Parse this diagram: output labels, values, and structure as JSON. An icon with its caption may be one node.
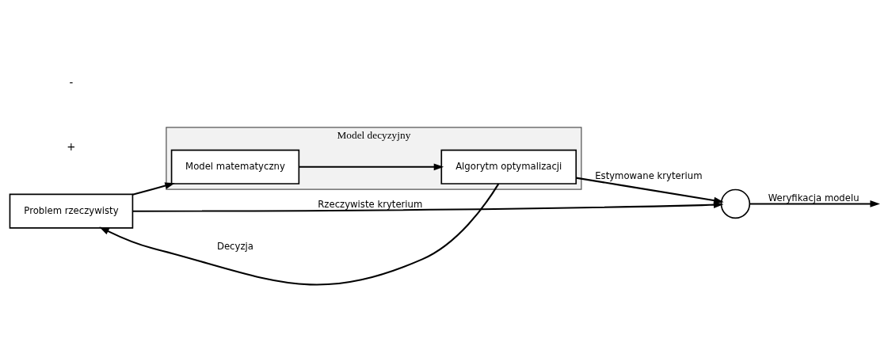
{
  "diagram": {
    "nodes": [
      {
        "text": [
          "Problem rzeczywisty"
        ]
      },
      {
        "text": [
          "Model decyzyjny"
        ]
      },
      {
        "text": [
          "Model matematyczny"
        ],
        "in": 1
      },
      {
        "text": [
          "Algorytm optymalizacji"
        ],
        "in": 1
      },
      {
        "text": [],
        "shape": "circle"
      }
    ],
    "edges": [
      {
        "from": 0,
        "to": 4,
        "arrow": "to",
        "label": "Rzeczywiste kryterium"
      },
      {
        "from": 0,
        "to": 2,
        "arrow": "to"
      },
      {
        "from": 2,
        "to": 3,
        "arrow": "to"
      },
      {
        "from": 3,
        "to": 4,
        "arrow": "to",
        "label": "Estymowane kryterium"
      },
      {
        "from": 3,
        "to": 0,
        "arrow": "to",
        "label": "Decyzja"
      },
      {
        "from": 4,
        "to": null,
        "arrow": "to",
        "label": "Weryfikacja modelu"
      }
    ],
    "labels": [
      "+",
      "-"
    ]
  }
}
